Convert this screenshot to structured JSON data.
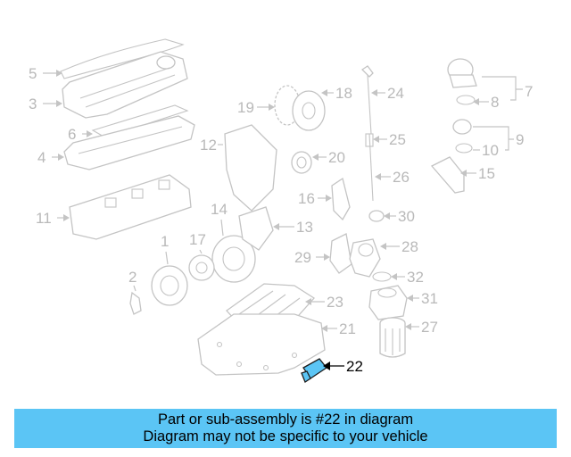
{
  "diagram": {
    "highlighted_part": "22",
    "highlight_color": "#5bc5f5",
    "callouts": [
      "1",
      "2",
      "3",
      "4",
      "5",
      "6",
      "7",
      "8",
      "9",
      "10",
      "11",
      "12",
      "13",
      "14",
      "15",
      "16",
      "17",
      "18",
      "19",
      "20",
      "21",
      "22",
      "23",
      "24",
      "25",
      "26",
      "27",
      "28",
      "29",
      "30",
      "31",
      "32"
    ]
  },
  "banner": {
    "line1": "Part or sub-assembly is #22 in diagram",
    "line2": "Diagram may not be specific to your vehicle",
    "background": "#5bc5f5"
  }
}
